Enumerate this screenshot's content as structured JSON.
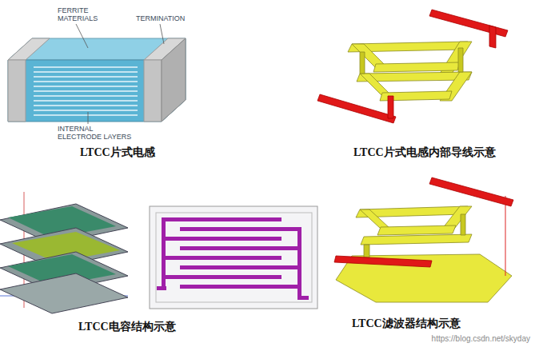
{
  "diagram": {
    "labels": [
      "FERRITE MATERIALS",
      "TERMINATION",
      "INTERNAL ELECTRODE LAYERS",
      "LTCC片式电感",
      "LTCC片式电感内部导线示意",
      "LTCC电容结构示意",
      "LTCC滤波器结构示意",
      "https://blog.csdn.net/skyday"
    ]
  }
}
